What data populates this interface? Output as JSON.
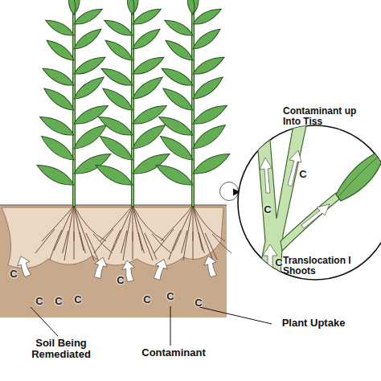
{
  "diagram": {
    "labels": [
      "C",
      "C",
      "C",
      "C",
      "C",
      "C",
      "C",
      "C",
      "C",
      "C",
      "C",
      "Contaminant up Into Tiss",
      "Translocation I Shoots",
      "Soil Being Remediated",
      "Contaminant",
      "Plant Uptake"
    ]
  }
}
